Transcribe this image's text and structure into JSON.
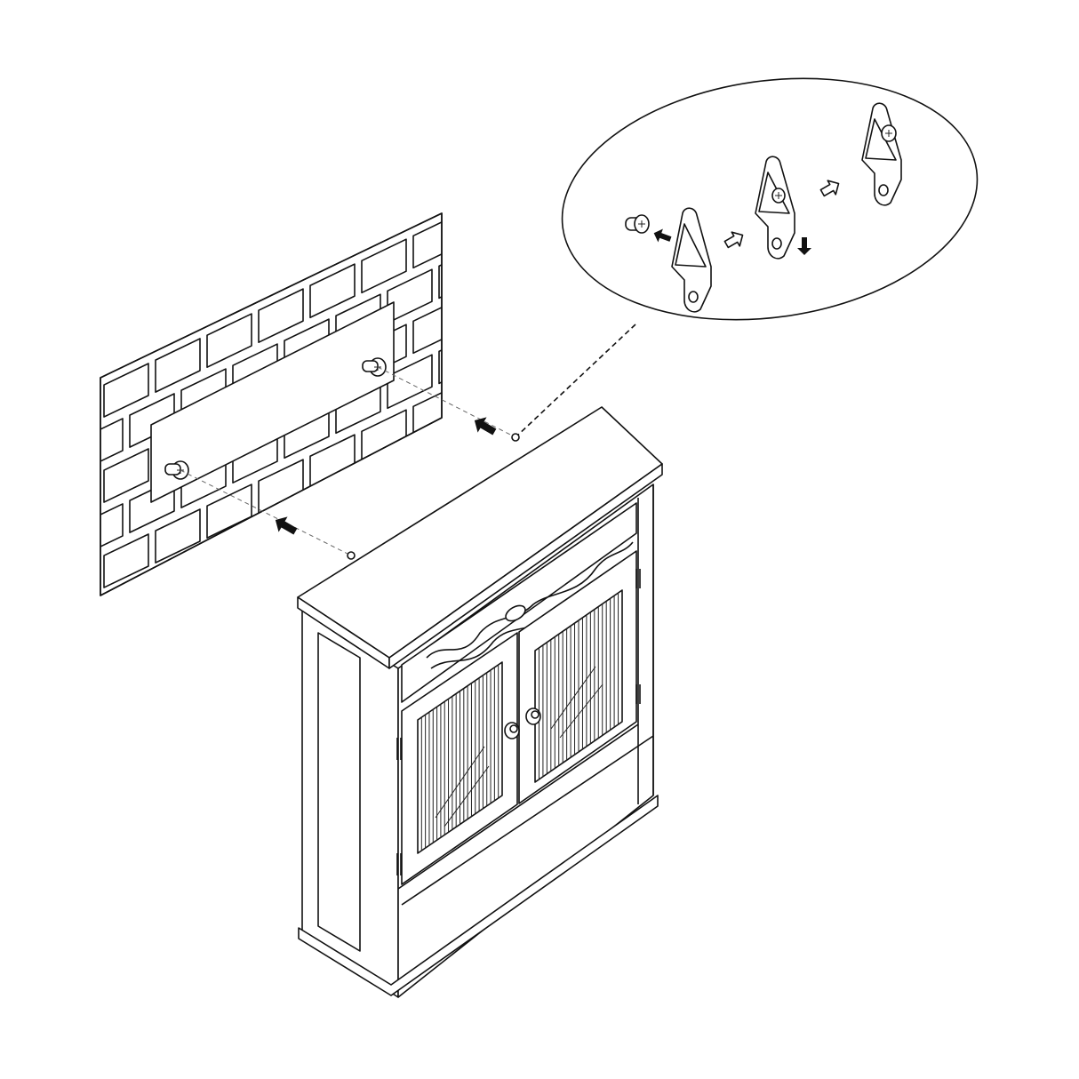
{
  "diagram": {
    "colors": {
      "line": "#111111",
      "background": "#ffffff"
    },
    "parts": [
      "brick-wall",
      "mounting-screws",
      "cabinet",
      "hanger-detail-callout"
    ],
    "icons": [
      "arrow-left-icon",
      "arrow-right-outline-icon",
      "arrow-down-icon",
      "screw-icon",
      "hanger-bracket-icon"
    ]
  }
}
